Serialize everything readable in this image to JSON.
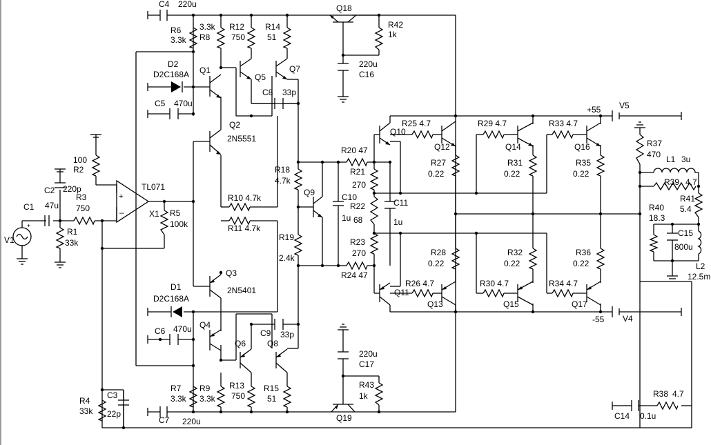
{
  "colors": {
    "wire": "#000000",
    "background": "#ffffff",
    "border": "#9a9a9a"
  },
  "labels": {
    "C4": "C4",
    "C4v": "220u",
    "R6": "R6",
    "R6v": "3.3k",
    "R8v": "3.3k",
    "R8": "R8",
    "R12": "R12",
    "R12v": "750",
    "R14": "R14",
    "R14v": "51",
    "Q18": "Q18",
    "R42": "R42",
    "R42v": "1k",
    "D2": "D2",
    "D2v": "D2C168A",
    "Q1": "Q1",
    "Q5": "Q5",
    "Q7": "Q7",
    "C8": "C8",
    "C8v": "33p",
    "C16": "C16",
    "C16v": "220u",
    "C5": "C5",
    "C5v": "470u",
    "Q2": "Q2",
    "Q2v": "2N5551",
    "R2v": "100",
    "R2": "R2",
    "C2": "C2",
    "C2v": "220p",
    "R3": "R3",
    "R3v": "750",
    "C1": "C1",
    "C1v": "47u",
    "TL071": "TL071",
    "X1": "X1",
    "R5": "R5",
    "R5v": "100k",
    "V1": "V1",
    "R1": "R1",
    "R1v": "33k",
    "R10": "R10 4.7k",
    "R11": "R11 4.7k",
    "R18": "R18",
    "R18v": "4.7k",
    "Q9": "Q9",
    "C10": "C10",
    "C10v": "1u",
    "R19": "R19",
    "R19v": "2.4k",
    "R20": "R20 47",
    "R21": "R21",
    "R21v": "270",
    "R22": "R22",
    "R22v": "68",
    "R23": "R23",
    "R23v": "270",
    "R24": "R24 47",
    "C11": "C11",
    "C11v": "1u",
    "Q10": "Q10",
    "R25": "R25 4.7",
    "Q12": "Q12",
    "R27": "R27",
    "R27v": "0.22",
    "R29": "R29 4.7",
    "Q14": "Q14",
    "R31": "R31",
    "R31v": "0.22",
    "R33": "R33 4.7",
    "Q16": "Q16",
    "R35": "R35",
    "R35v": "0.22",
    "p55": "+55",
    "V5": "V5",
    "R37": "R37",
    "R37v": "470",
    "L1": "L1",
    "L1v": "3u",
    "R39": "R39",
    "R39v": "4.7",
    "R41": "R41",
    "R41v": "5.4",
    "R40": "R40",
    "R40v": "18.3",
    "C15": "C15",
    "C15v": "800u",
    "L2": "L2",
    "L2v": "12.5m",
    "R28": "R28",
    "R28v": "0.22",
    "R32": "R32",
    "R32v": "0.22",
    "R36": "R36",
    "R36v": "0.22",
    "Q11": "Q11",
    "R26": "R26 4.7",
    "Q13": "Q13",
    "R30": "R30 4.7",
    "Q15": "Q15",
    "R34": "R34 4.7",
    "Q17": "Q17",
    "m55": "-55",
    "V4": "V4",
    "Q3": "Q3",
    "Q3v": "2N5401",
    "D1": "D1",
    "D1v": "D2C168A",
    "Q4": "Q4",
    "C6": "C6",
    "C6v": "470u",
    "Q6": "Q6",
    "Q8": "Q8",
    "C9": "C9",
    "C9v": "33p",
    "C17": "C17",
    "C17v": "220u",
    "R43": "R43",
    "R43v": "1k",
    "R4": "R4",
    "R4v": "33k",
    "C3": "C3",
    "C3v": "22p",
    "R7": "R7",
    "R7v": "3.3k",
    "R9": "R9",
    "R9v": "3.3k",
    "R13": "R13",
    "R13v": "750",
    "R15": "R15",
    "R15v": "51",
    "C7": "C7",
    "C7v": "220u",
    "Q19": "Q19",
    "C14": "C14",
    "C14v": "0.1u",
    "R38": "R38",
    "R38v": "4.7"
  }
}
